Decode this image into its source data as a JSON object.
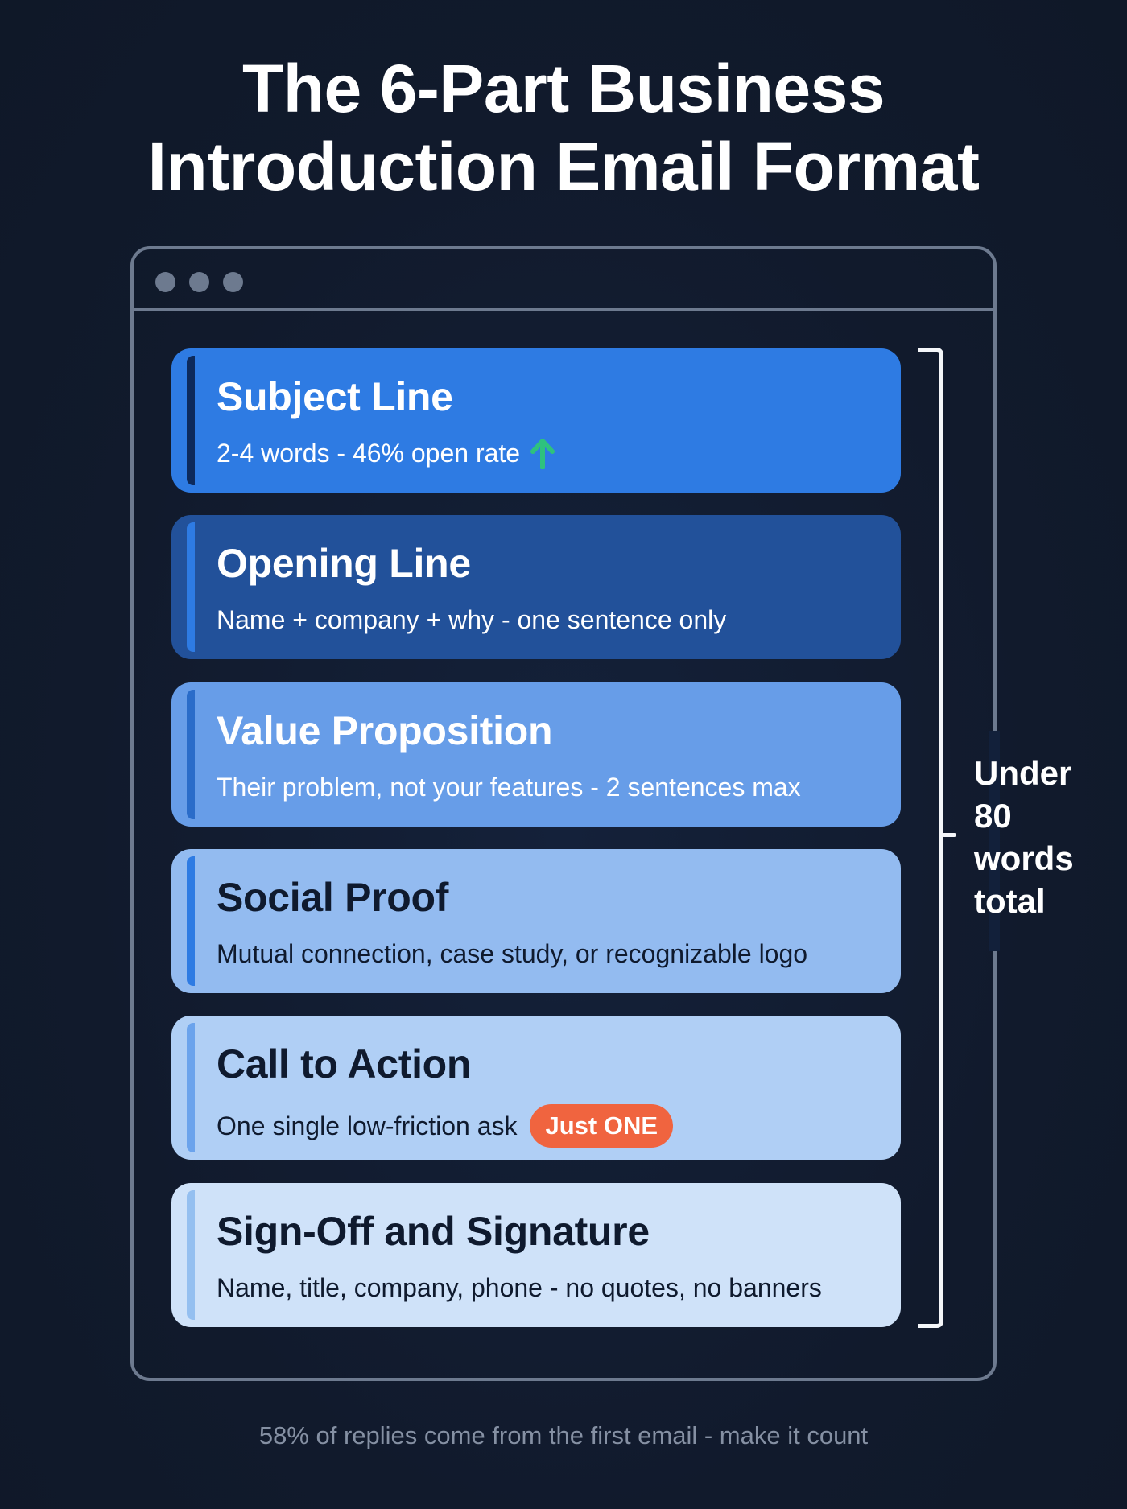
{
  "title": {
    "line1": "The 6-Part Business",
    "line2": "Introduction Email Format"
  },
  "window": {
    "dots": [
      "window-dot",
      "window-dot",
      "window-dot"
    ]
  },
  "cards": [
    {
      "title": "Subject Line",
      "subtitle": "2-4 words - 46% open rate",
      "icon": "arrow-up-icon",
      "bg": "#2e7be3",
      "accent": "#0d2a5c",
      "text_color": "#ffffff"
    },
    {
      "title": "Opening Line",
      "subtitle": "Name + company + why - one sentence only",
      "bg": "#22519a",
      "accent": "#2e7be3",
      "text_color": "#ffffff"
    },
    {
      "title": "Value Proposition",
      "subtitle": "Their problem, not your features - 2 sentences max",
      "bg": "#679de8",
      "accent": "#2a6cc9",
      "text_color": "#ffffff"
    },
    {
      "title": "Social Proof",
      "subtitle": "Mutual connection, case study, or recognizable logo",
      "bg": "#93bbf0",
      "accent": "#2e7be3",
      "text_color": "#0f1a2e"
    },
    {
      "title": "Call to Action",
      "subtitle": "One single low-friction ask",
      "badge": "Just ONE",
      "bg": "#b0cff5",
      "accent": "#6ba3ec",
      "text_color": "#0f1a2e"
    },
    {
      "title": "Sign-Off and Signature",
      "subtitle": "Name, title, company, phone - no quotes, no banners",
      "bg": "#cfe2f9",
      "accent": "#94bff0",
      "text_color": "#0f1a2e"
    }
  ],
  "bracket": {
    "label": "Under 80 words total",
    "lines": [
      "Under",
      "80",
      "words",
      "total"
    ]
  },
  "footer": "58% of replies come from the first email - make it count",
  "colors": {
    "background": "#111b2e",
    "window_border": "#6d7a8f",
    "badge": "#f0643f",
    "arrow": "#2ec27e",
    "footer_text": "#8590a3"
  }
}
